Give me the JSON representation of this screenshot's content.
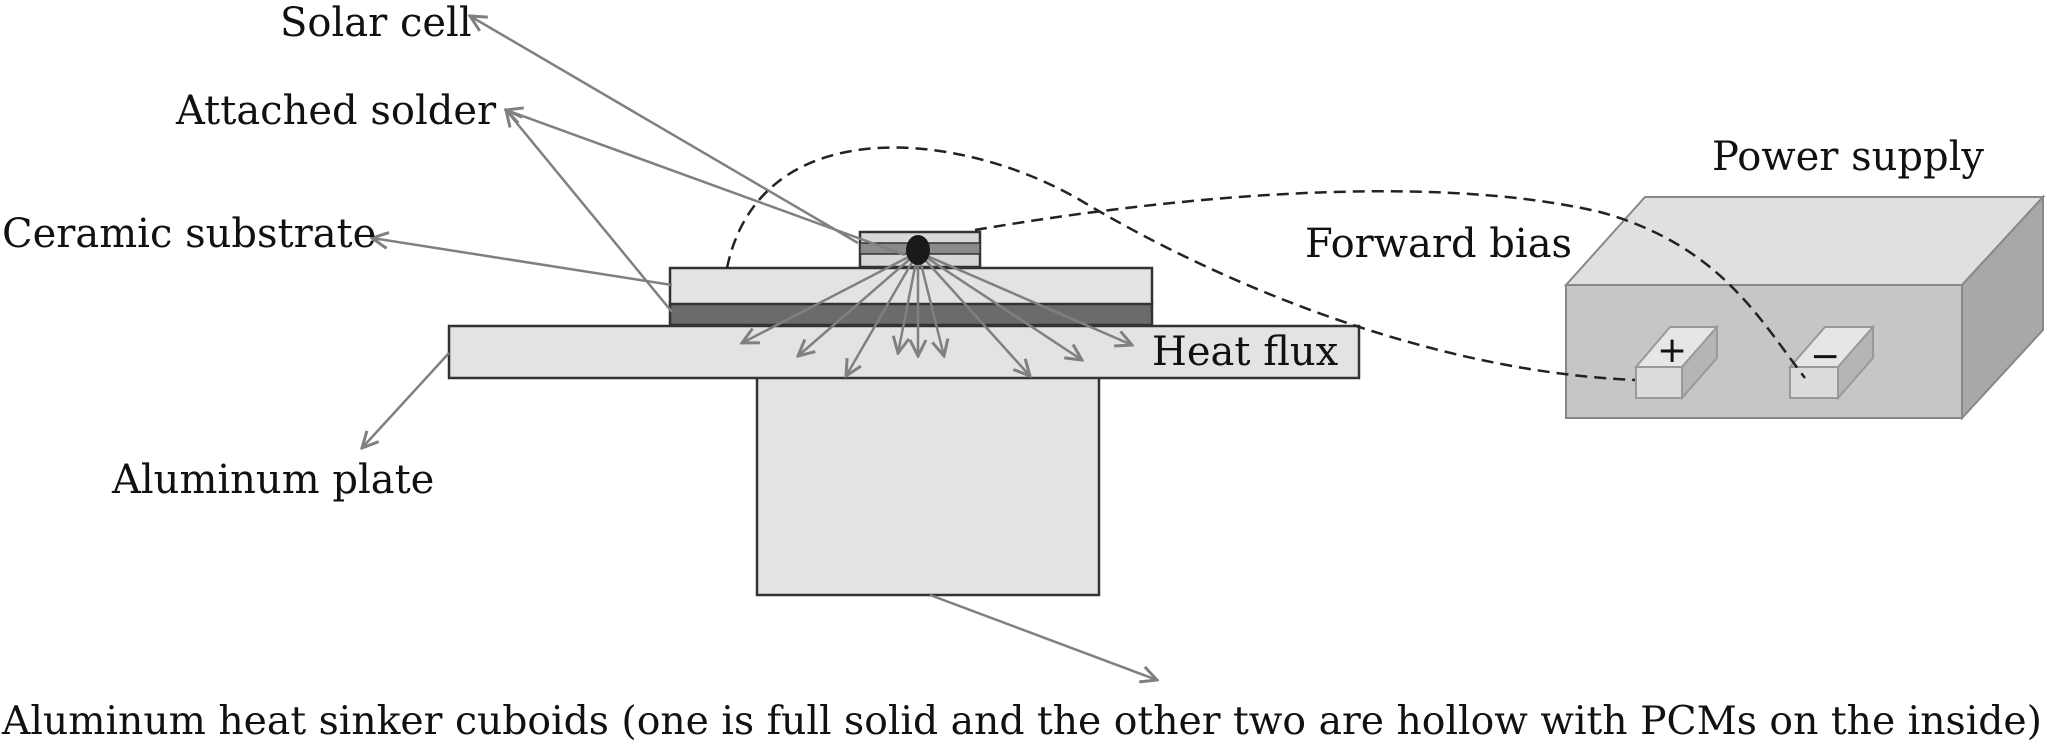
{
  "labels": {
    "solar_cell": "Solar cell",
    "attached_solder": "Attached solder",
    "ceramic_substrate": "Ceramic substrate",
    "aluminum_plate": "Aluminum plate",
    "heat_flux": "Heat flux",
    "forward_bias": "Forward bias",
    "power_supply": "Power supply",
    "plus": "+",
    "minus": "−",
    "caption": "Aluminum heat sinker cuboids (one is full solid and the other two are hollow with PCMs on the inside)"
  },
  "colors": {
    "arrow": "#808080",
    "light_fill": "#e3e3e3",
    "dark_layer": "#6b6b6b",
    "cell_fill": "#8a8a8a",
    "supply_front": "#c6c6c6",
    "supply_top": "#e0e0e0",
    "supply_side": "#a8a8a8"
  }
}
